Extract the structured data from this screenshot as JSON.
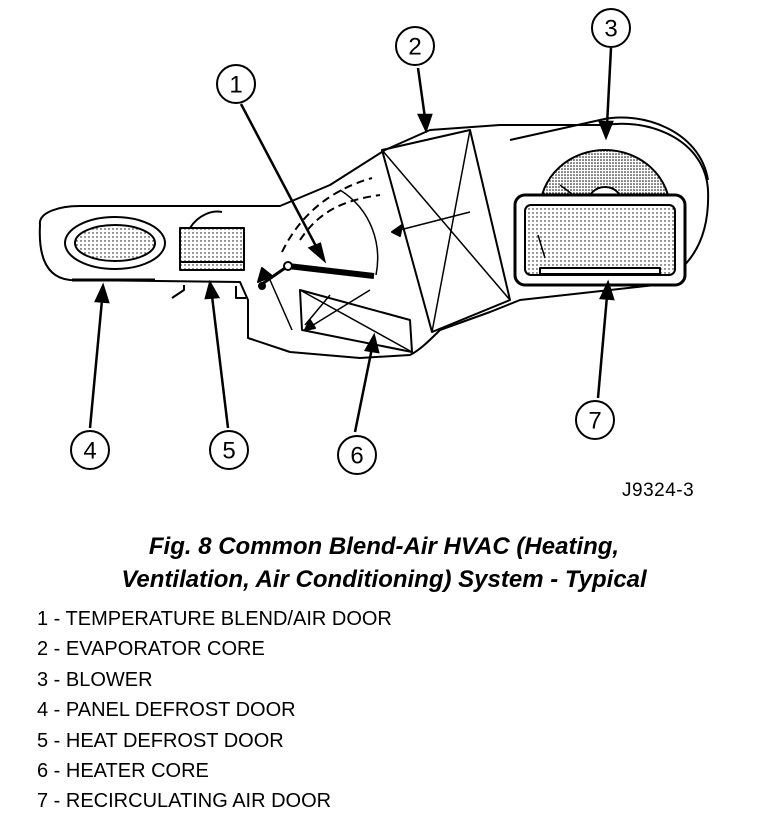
{
  "figure_code": "J9324-3",
  "caption": {
    "line1": "Fig. 8 Common Blend-Air HVAC (Heating,",
    "line2": "Ventilation, Air Conditioning) System - Typical"
  },
  "callouts": [
    "1",
    "2",
    "3",
    "4",
    "5",
    "6",
    "7"
  ],
  "legend": [
    "1 - TEMPERATURE BLEND/AIR DOOR",
    "2 - EVAPORATOR CORE",
    "3 - BLOWER",
    "4 - PANEL DEFROST DOOR",
    "5 - HEAT DEFROST DOOR",
    "6 - HEATER CORE",
    "7 - RECIRCULATING AIR DOOR"
  ]
}
